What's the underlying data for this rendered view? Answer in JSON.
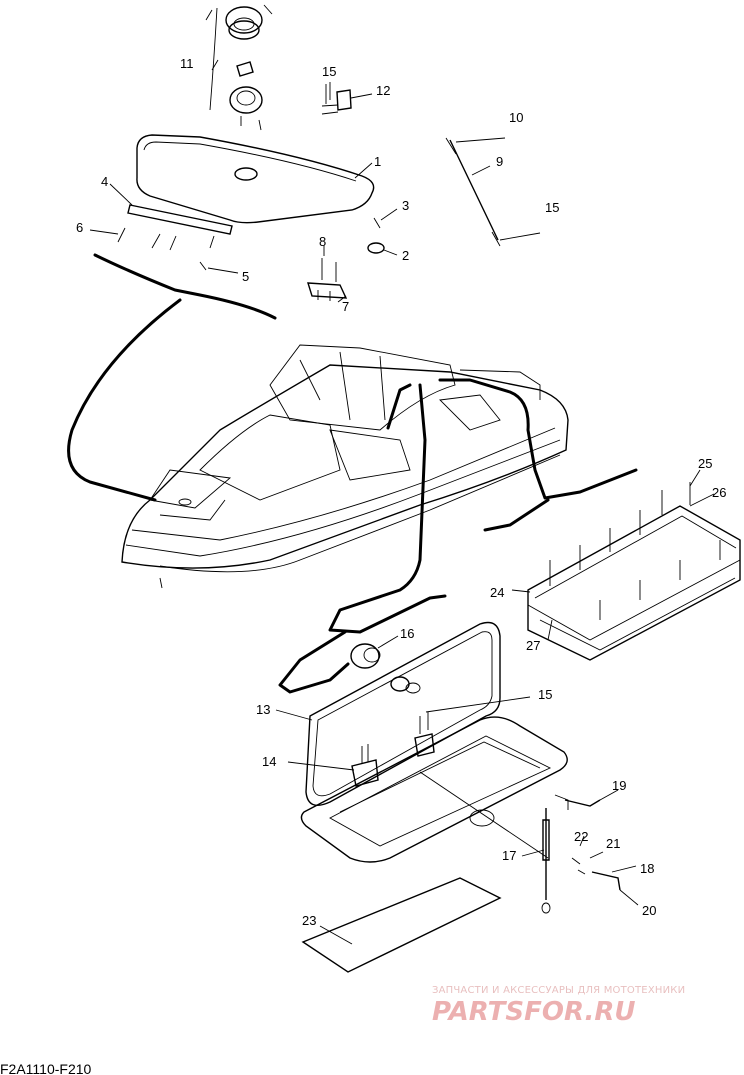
{
  "diagram": {
    "callouts": {
      "c1": "1",
      "c2": "2",
      "c3": "3",
      "c4": "4",
      "c5": "5",
      "c6": "6",
      "c7": "7",
      "c8": "8",
      "c9": "9",
      "c10": "10",
      "c11": "11",
      "c12": "12",
      "c13": "13",
      "c14": "14",
      "c15a": "15",
      "c15b": "15",
      "c15c": "15",
      "c16": "16",
      "c17": "17",
      "c18": "18",
      "c19": "19",
      "c20": "20",
      "c21": "21",
      "c22": "22",
      "c23": "23",
      "c24": "24",
      "c25": "25",
      "c26": "26",
      "c27": "27"
    },
    "figure_code": "F2A1110-F210"
  },
  "watermark": {
    "caption": "ЗАПЧАСТИ И АКСЕССУАРЫ ДЛЯ МОТОТЕХНИКИ",
    "brand": "PARTSFOR.RU"
  }
}
